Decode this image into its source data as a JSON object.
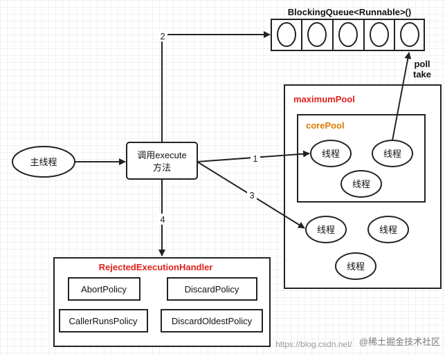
{
  "queue": {
    "title": "BlockingQueue<Runnable>()"
  },
  "poll_take": {
    "poll": "poll",
    "take": "take"
  },
  "main_thread": "主线程",
  "execute_box": {
    "line1": "调用execute",
    "line2": "方法"
  },
  "maximum_pool": {
    "title": "maximumPool"
  },
  "core_pool": {
    "title": "corePool"
  },
  "thread_label": "线程",
  "edges": {
    "e1": "1",
    "e2": "2",
    "e3": "3",
    "e4": "4"
  },
  "rejected": {
    "title": "RejectedExecutionHandler",
    "policies": [
      "AbortPolicy",
      "DiscardPolicy",
      "CallerRunsPolicy",
      "DiscardOldestPolicy"
    ]
  },
  "watermark": {
    "url": "https://blog.csdn.net/",
    "site": "@稀土掘金技术社区"
  },
  "colors": {
    "title_red": "#e0201a",
    "core_orange": "#d97a00",
    "stroke": "#222222"
  }
}
